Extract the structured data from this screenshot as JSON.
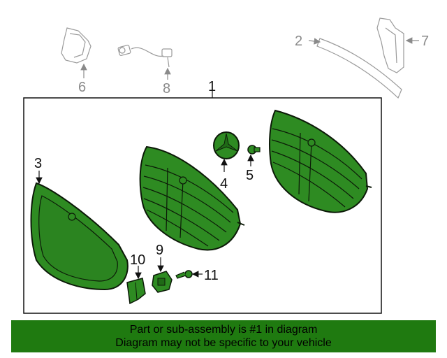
{
  "colors": {
    "part_fill": "#2e8b22",
    "part_stroke": "#0c1a08",
    "ref_stroke": "#9a9a9a",
    "banner_bg": "#1f7a10"
  },
  "callouts": {
    "c1": "1",
    "c2": "2",
    "c3": "3",
    "c4": "4",
    "c5": "5",
    "c6": "6",
    "c7": "7",
    "c8": "8",
    "c9": "9",
    "c10": "10",
    "c11": "11"
  },
  "banner": {
    "line1": "Part or sub-assembly is #1 in diagram",
    "line2": "Diagram may not be specific to your vehicle"
  }
}
